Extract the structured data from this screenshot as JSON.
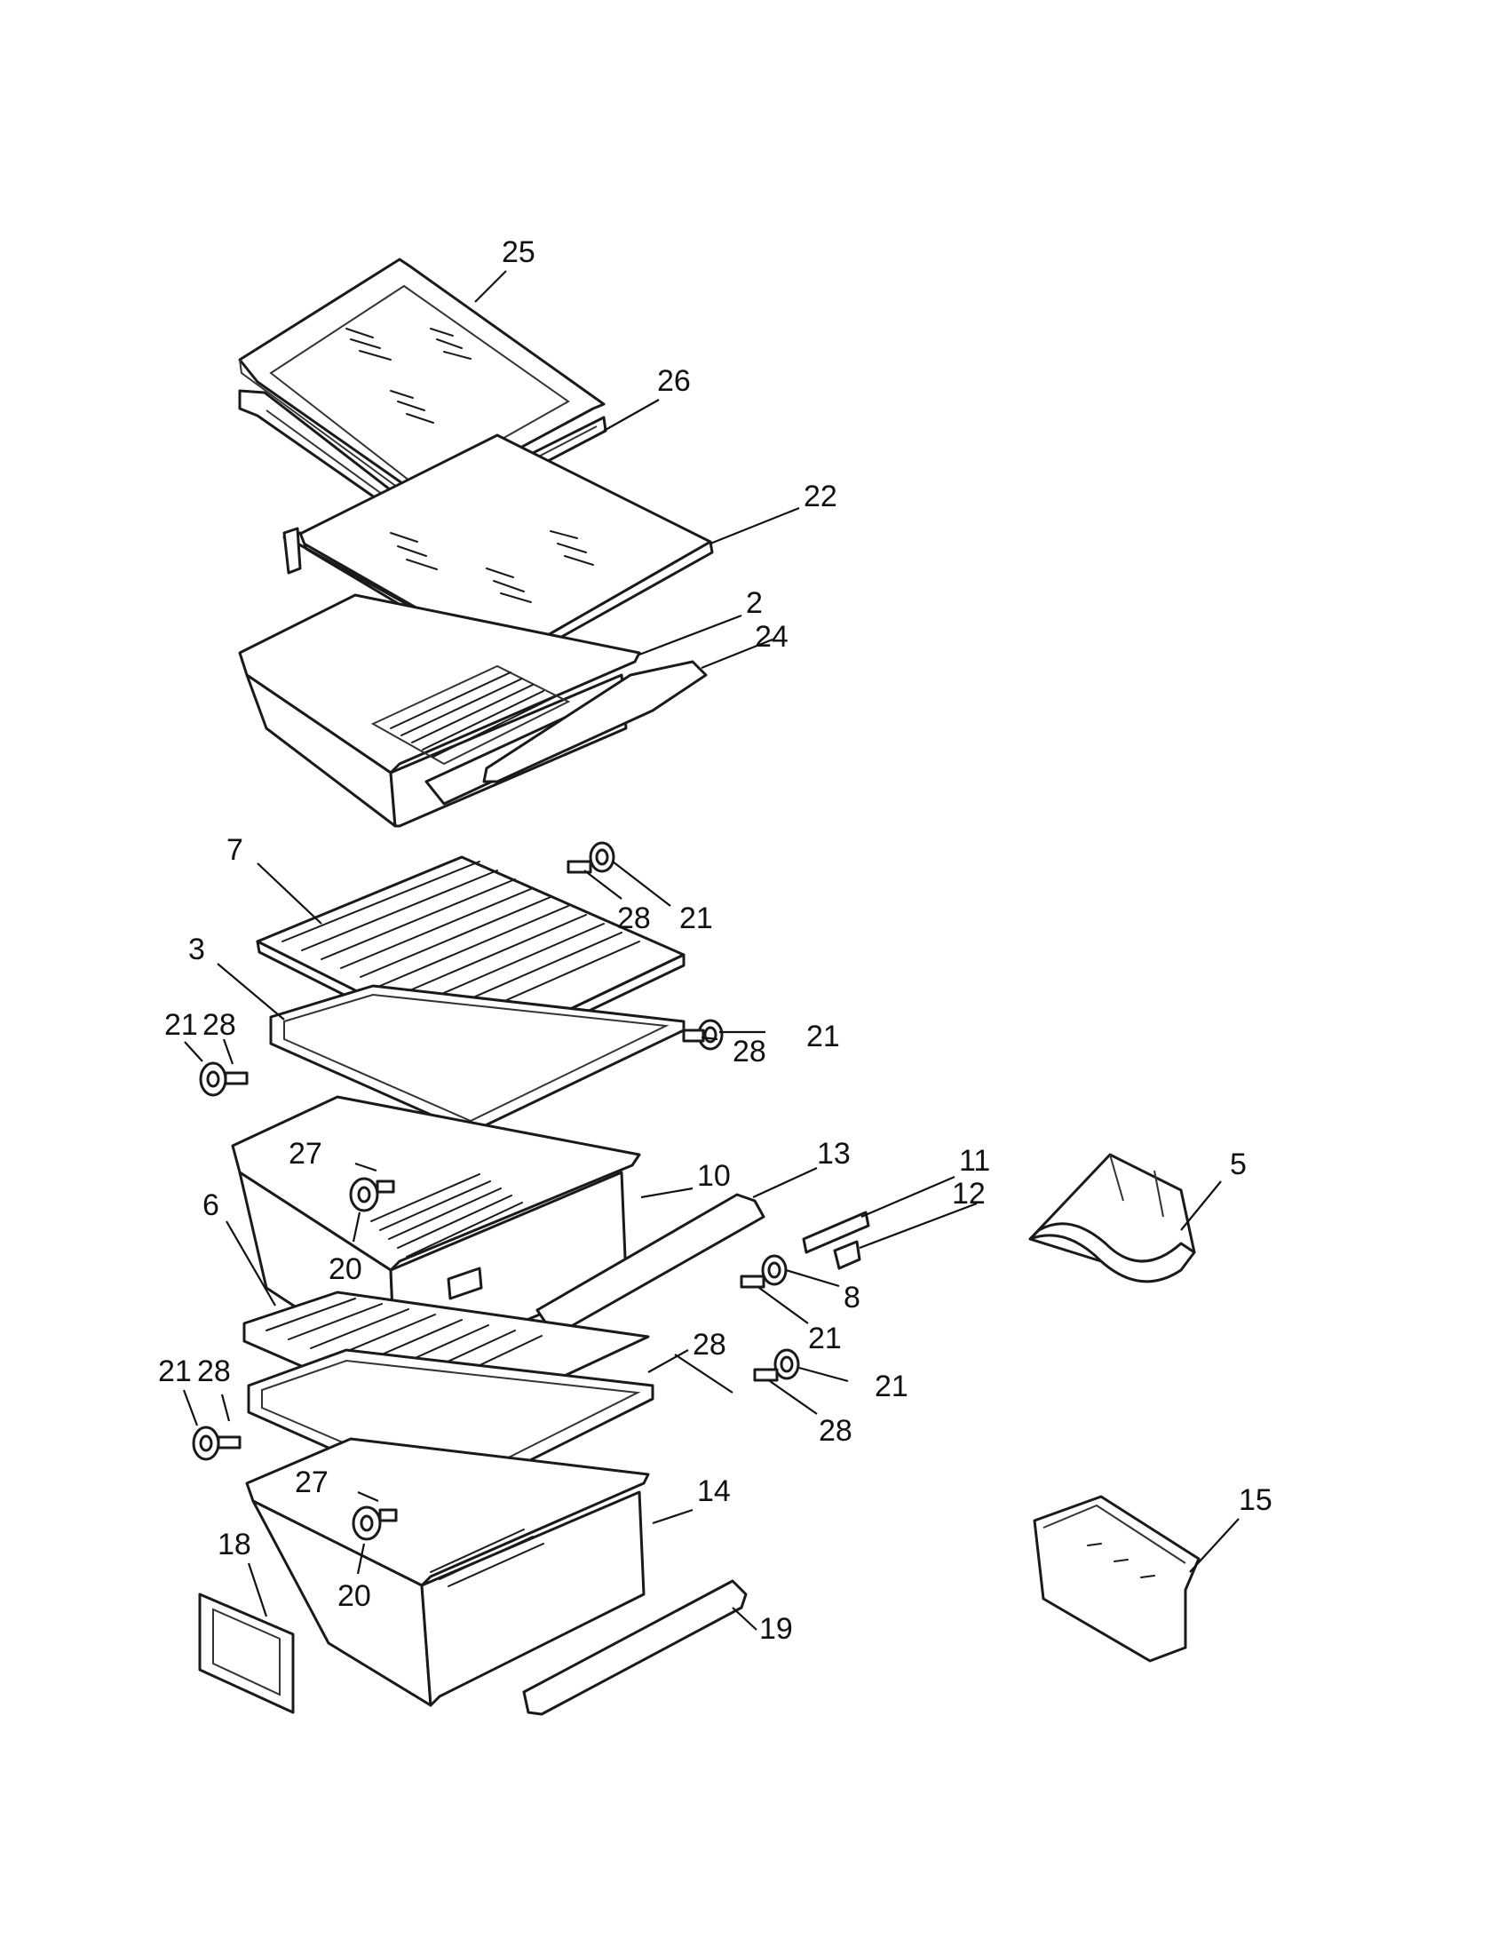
{
  "diagram": {
    "colors": {
      "line": "#1a1a1a",
      "background": "#ffffff"
    },
    "labels": [
      {
        "id": "25",
        "text": "25"
      },
      {
        "id": "26",
        "text": "26"
      },
      {
        "id": "22",
        "text": "22"
      },
      {
        "id": "2",
        "text": "2"
      },
      {
        "id": "24",
        "text": "24"
      },
      {
        "id": "7",
        "text": "7"
      },
      {
        "id": "28a",
        "text": "28"
      },
      {
        "id": "21a",
        "text": "21"
      },
      {
        "id": "3",
        "text": "3"
      },
      {
        "id": "21b",
        "text": "21"
      },
      {
        "id": "28b",
        "text": "28"
      },
      {
        "id": "21c",
        "text": "21"
      },
      {
        "id": "28c",
        "text": "28"
      },
      {
        "id": "27a",
        "text": "27"
      },
      {
        "id": "10",
        "text": "10"
      },
      {
        "id": "13",
        "text": "13"
      },
      {
        "id": "11",
        "text": "11"
      },
      {
        "id": "12",
        "text": "12"
      },
      {
        "id": "5",
        "text": "5"
      },
      {
        "id": "6",
        "text": "6"
      },
      {
        "id": "20a",
        "text": "20"
      },
      {
        "id": "21d",
        "text": "21"
      },
      {
        "id": "28d",
        "text": "28"
      },
      {
        "id": "8",
        "text": "8"
      },
      {
        "id": "21e",
        "text": "21"
      },
      {
        "id": "28e",
        "text": "28"
      },
      {
        "id": "21f",
        "text": "21"
      },
      {
        "id": "28f",
        "text": "28"
      },
      {
        "id": "27b",
        "text": "27"
      },
      {
        "id": "14",
        "text": "14"
      },
      {
        "id": "15",
        "text": "15"
      },
      {
        "id": "18",
        "text": "18"
      },
      {
        "id": "20b",
        "text": "20"
      },
      {
        "id": "19",
        "text": "19"
      }
    ]
  }
}
